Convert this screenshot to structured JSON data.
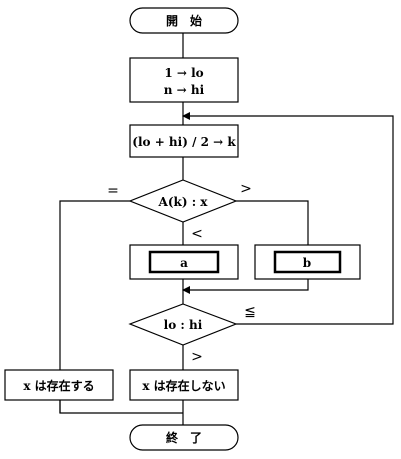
{
  "flowchart": {
    "start_label": "開　始",
    "init_line1": "1 → lo",
    "init_line2": "n → hi",
    "midpoint": "(lo + hi) / 2 → k",
    "compare_k": "A(k) : x",
    "blank_a": "a",
    "blank_b": "b",
    "compare_lo_hi": "lo : hi",
    "found": "x は存在する",
    "not_found": "x は存在しない",
    "end_label": "終　了",
    "branch_equal": "=",
    "branch_greater": ">",
    "branch_less": "<",
    "branch_leq": "≦",
    "branch_lohi_greater": ">"
  }
}
